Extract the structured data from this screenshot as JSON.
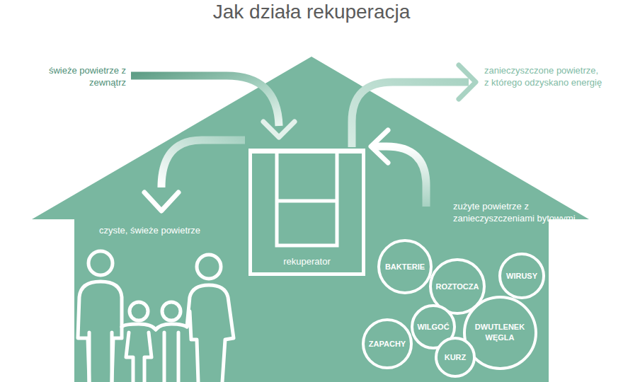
{
  "diagram": {
    "title": "Jak działa rekuperacja",
    "nodes": [
      {
        "text": [
          "rekuperator"
        ]
      },
      {
        "text": [
          "BAKTERIE"
        ]
      },
      {
        "text": [
          "ROZTOCZA"
        ]
      },
      {
        "text": [
          "WIRUSY"
        ]
      },
      {
        "text": [
          "WILGOĆ"
        ]
      },
      {
        "text": [
          "DWUTLENEK WĘGLA"
        ]
      },
      {
        "text": [
          "ZAPACHY"
        ]
      },
      {
        "text": [
          "KURZ"
        ]
      }
    ],
    "labels": [
      "świeże powietrze z zewnątrz",
      "zanieczyszczone powietrze, z którego odzyskano energię",
      "czyste, świeże powietrze",
      "zużyte powietrze z zanieczyszczeniami bytowymi"
    ]
  }
}
